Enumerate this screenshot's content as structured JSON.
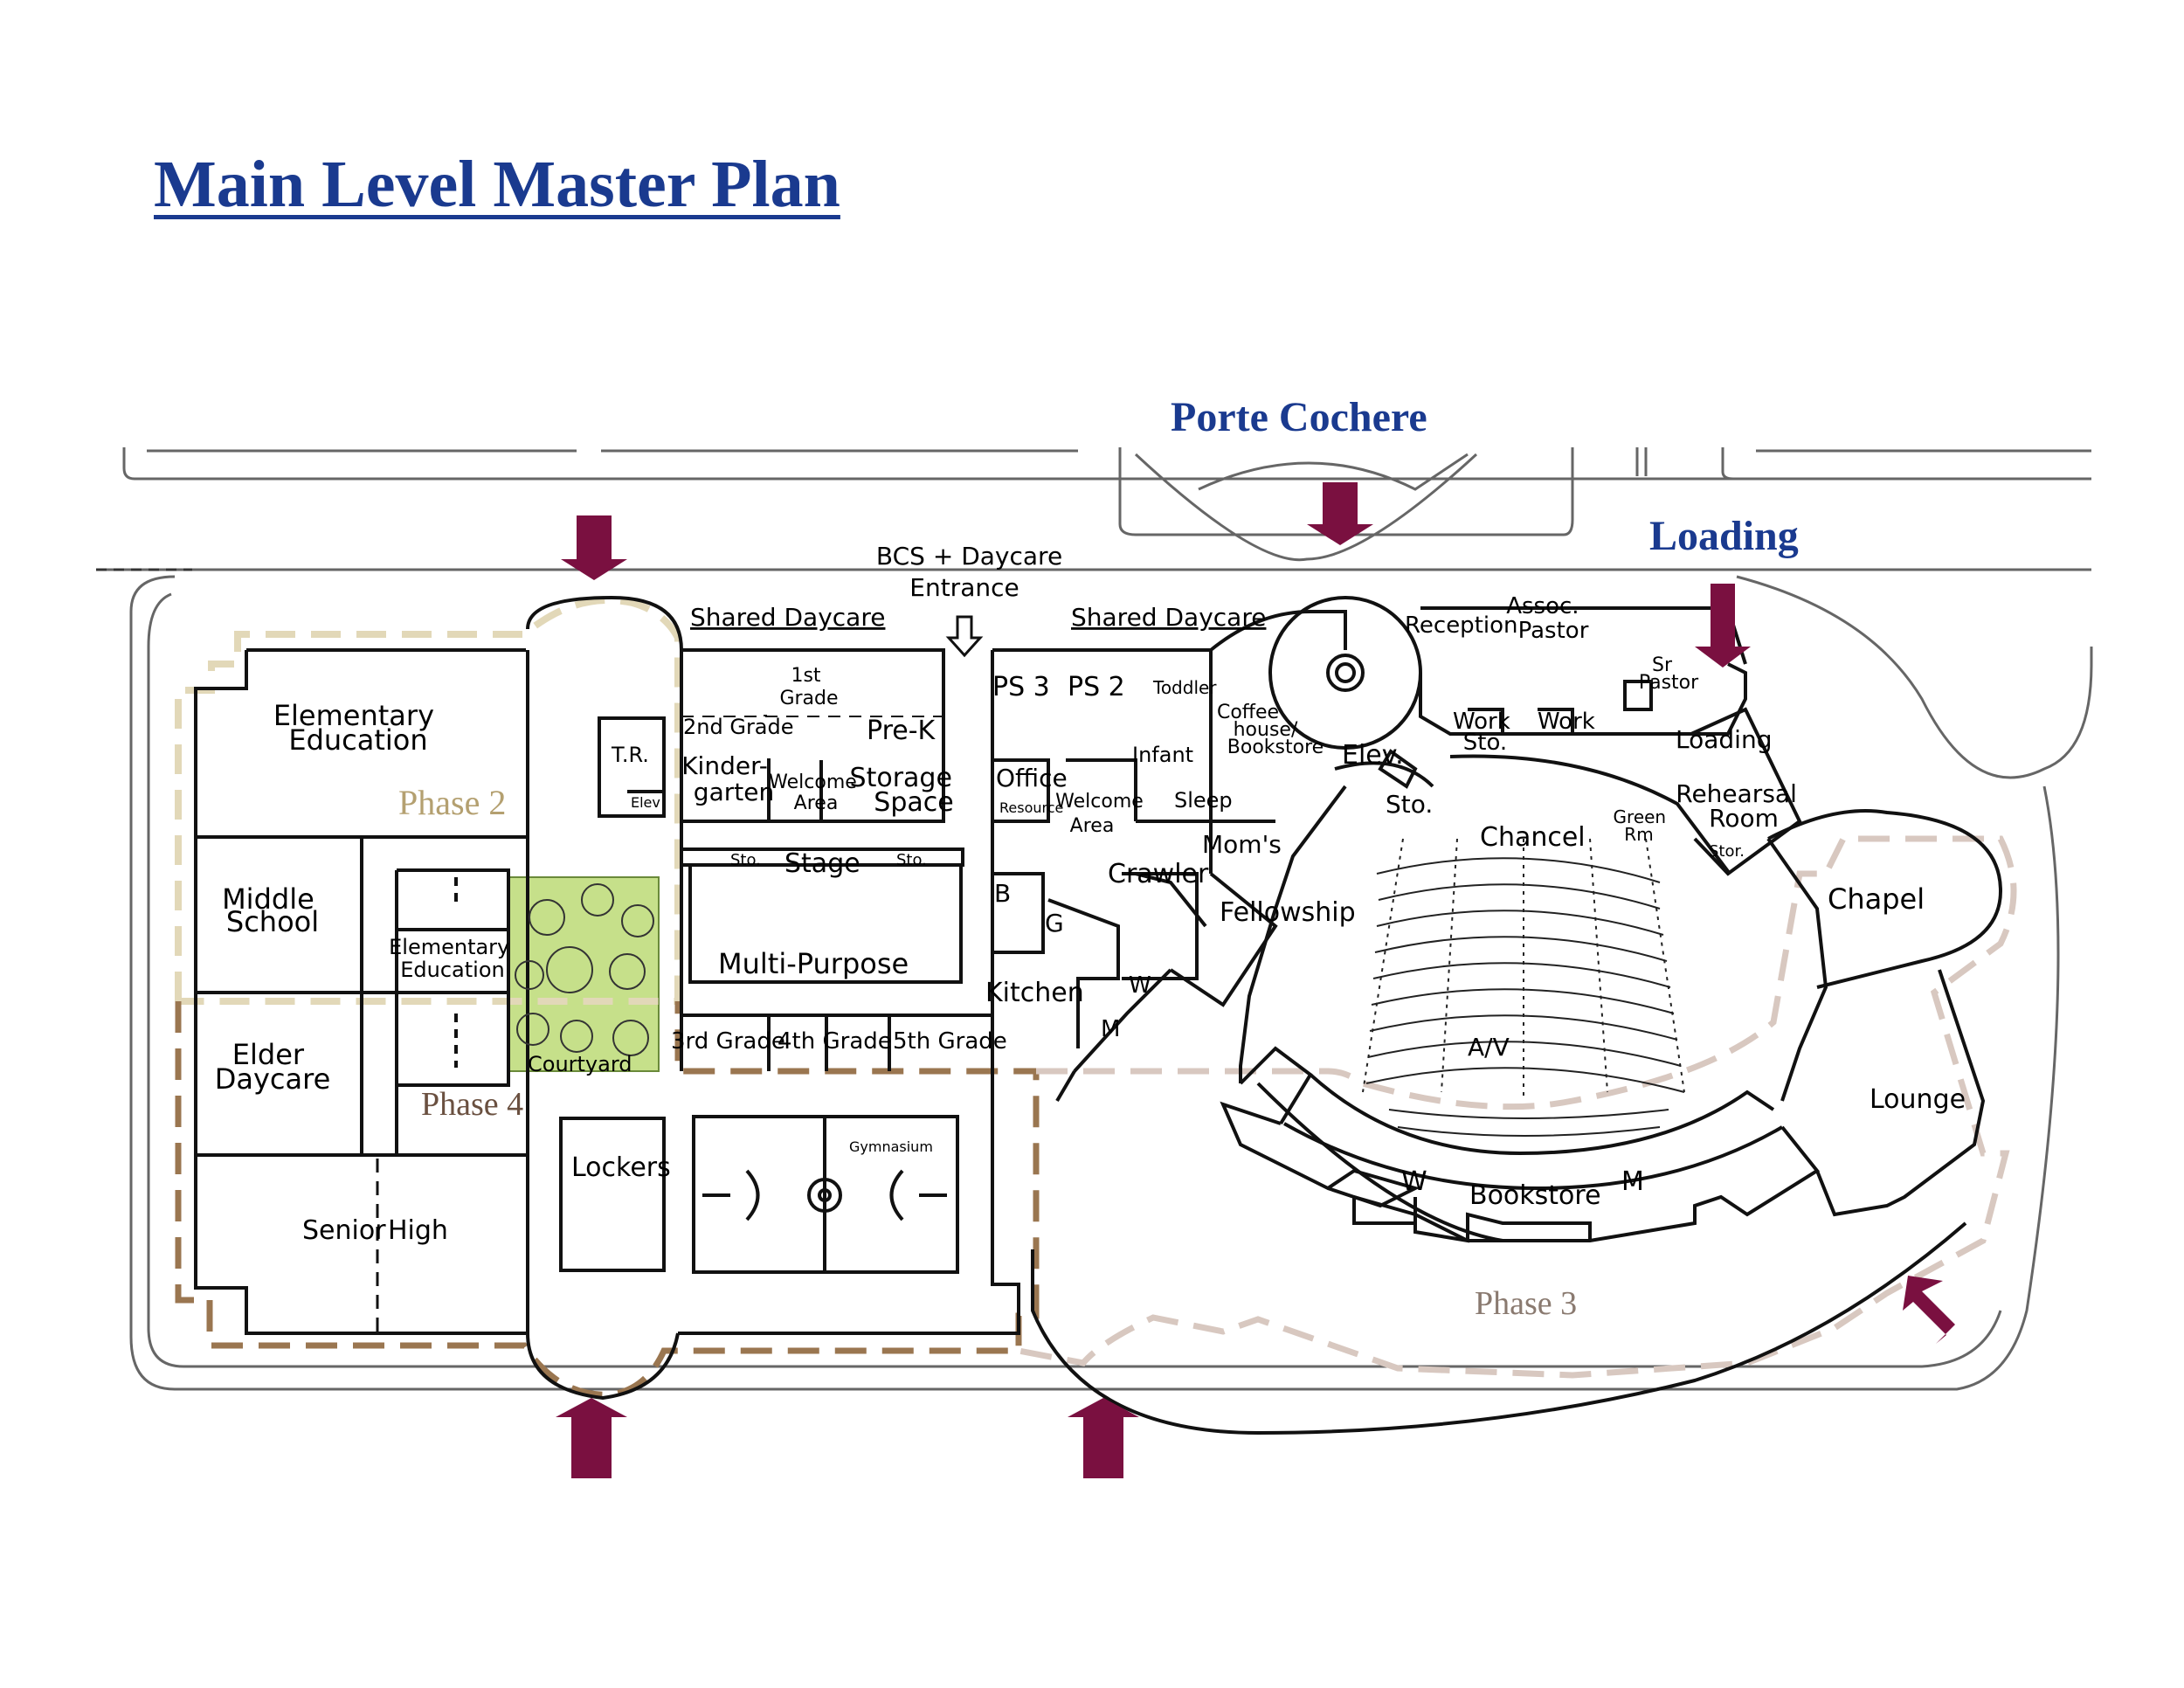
{
  "title": "Main Level Master Plan",
  "labels": {
    "porte_cochere": "Porte Cochere",
    "loading": "Loading"
  },
  "colors": {
    "title": "#1a3a8f",
    "arrow": "#7a1040",
    "phase2": "#e2d8b8",
    "phase4": "#9a7650",
    "phase3": "#d8c8c0",
    "courtyard": "#c6e08a"
  },
  "phases": {
    "phase2": "Phase 2",
    "phase4": "Phase 4",
    "phase3": "Phase 3"
  },
  "rooms": {
    "elementary_education": [
      "Elementary",
      "Education"
    ],
    "middle_school": [
      "Middle",
      "School"
    ],
    "elder_daycare": [
      "Elder",
      "Daycare"
    ],
    "senior": "Senior",
    "high": "High",
    "elementary_education_small": [
      "Elementary",
      "Education"
    ],
    "tr": "T.R.",
    "elev_left": "Elev",
    "courtyard": "Courtyard",
    "lockers": "Lockers",
    "gymnasium": "Gymnasium",
    "bcs_entrance": [
      "BCS + Daycare",
      "Entrance"
    ],
    "shared_daycare_1": "Shared Daycare",
    "shared_daycare_2": "Shared Daycare",
    "first_grade": [
      "1st",
      "Grade"
    ],
    "second_grade": "2nd Grade",
    "pre_k": "Pre-K",
    "kindergarten": [
      "Kinder-",
      "garten"
    ],
    "welcome_area_1": [
      "Welcome",
      "Area"
    ],
    "storage_space": [
      "Storage",
      "Space"
    ],
    "stage": "Stage",
    "sto_a": "Sto.",
    "sto_b": "Sto.",
    "multi_purpose": "Multi-Purpose",
    "third_grade": "3rd Grade",
    "fourth_grade": "4th Grade",
    "fifth_grade": "5th Grade",
    "ps3": "PS 3",
    "ps2": "PS 2",
    "toddler": "Toddler",
    "office": "Office",
    "resource": "Resource",
    "infant": "Infant",
    "welcome_area_2": [
      "Welcome",
      "Area"
    ],
    "sleep": "Sleep",
    "moms": "Mom's",
    "crawler": "Crawler",
    "kitchen": "Kitchen",
    "b": "B",
    "g": "G",
    "w_small": "W",
    "m_small": "M",
    "coffee_house": [
      "Coffee",
      "house/",
      "Bookstore"
    ],
    "fellowship": "Fellowship",
    "elev_center": "Elev.",
    "sto_center": "Sto.",
    "reception": "Reception",
    "assoc_pastor": [
      "Assoc.",
      "Pastor"
    ],
    "work_sto": [
      "Work",
      "Sto."
    ],
    "work": "Work",
    "sr_pastor": [
      "Sr",
      "Pastor"
    ],
    "loading_room": "Loading",
    "rehearsal_room": [
      "Rehearsal",
      "Room"
    ],
    "green_rm": [
      "Green",
      "Rm"
    ],
    "stor": "Stor.",
    "chancel": "Chancel",
    "av": "A/V",
    "chapel": "Chapel",
    "lounge": "Lounge",
    "bookstore": "Bookstore",
    "w": "W",
    "m": "M"
  }
}
